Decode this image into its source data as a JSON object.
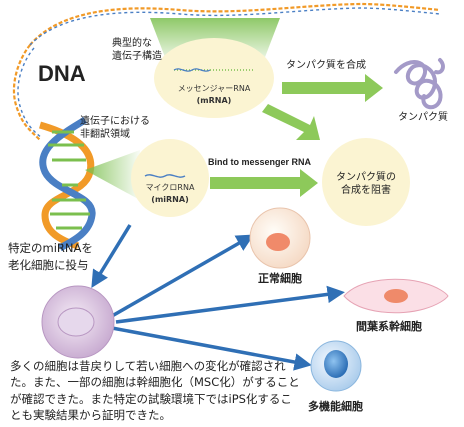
{
  "labels": {
    "dna": "DNA",
    "typical_gene_structure": "典型的な\n遺伝子構造",
    "untranslated_region": "遺伝子における\n非翻訳領域",
    "mrna_name": "メッセンジャーRNA",
    "mrna_abbr": "(mRNA)",
    "mirna_name": "マイクロRNA",
    "mirna_abbr": "(miRNA)",
    "protein_synthesis": "タンパク質を合成",
    "protein": "タンパク質",
    "bind_to_mrna": "Bind to messenger RNA",
    "inhibit_synthesis": "タンパク質の\n合成を阻害",
    "inject_mirna": "特定のmiRNAを\n老化細胞に投与",
    "normal_cell": "正常細胞",
    "msc": "間葉系幹細胞",
    "pluripotent": "多機能細胞",
    "summary": "多くの細胞は昔戻りして若い細胞への変化が確認された。また、一部の細胞は幹細胞化（MSC化）がすることが確認できた。また特定の試験環境下ではiPS化することも実験結果から証明できた。"
  },
  "colors": {
    "green_arrow": "#8dc95a",
    "blue_arrow": "#2f6fb5",
    "bubble_fill": "#fbf4d2",
    "dna_orange": "#f19a28",
    "dna_blue": "#4a7fc4",
    "dna_green": "#7bbf4e",
    "protein_purple": "#a49ac8",
    "normal_cell": "#f3c6a8",
    "msc_cell": "#f6c7d0",
    "pluripotent_cell": "#9fc4e8",
    "senescent_cell": "#d9c2df"
  },
  "icons": {
    "dna_helix": "dna-helix-icon",
    "protein": "protein-coil-icon"
  }
}
